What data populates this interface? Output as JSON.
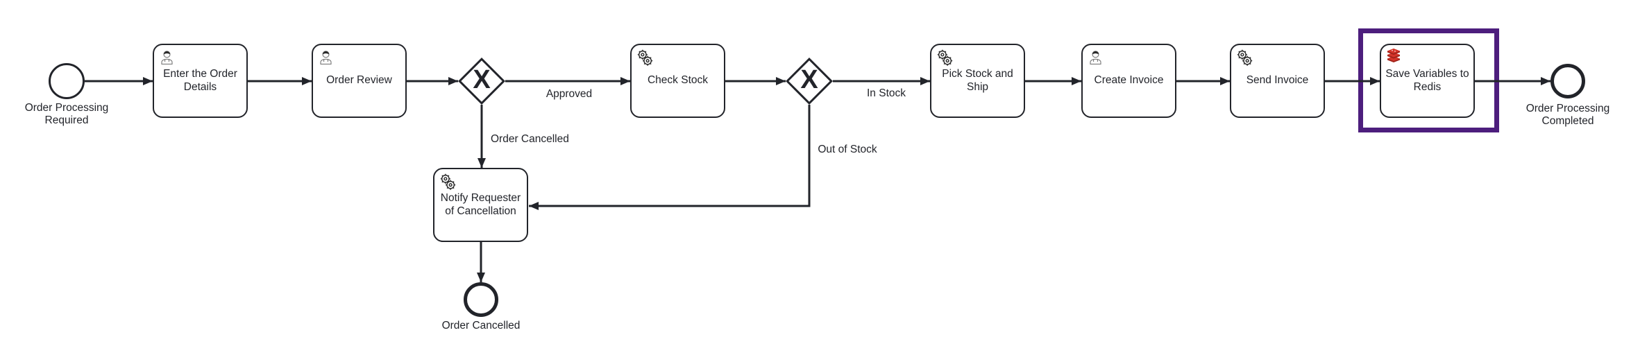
{
  "process": {
    "background_color": "#ffffff",
    "stroke_color": "#22242a",
    "highlight_color": "#4d1e7d",
    "redis_red": "#d5352b",
    "redis_dark_red": "#a02219",
    "start_event": {
      "label": "Order Processing Required"
    },
    "tasks": [
      {
        "label": "Enter the Order Details",
        "type": "user",
        "icon": "user-icon"
      },
      {
        "label": "Order Review",
        "type": "user",
        "icon": "user-icon"
      },
      {
        "label": "Check Stock",
        "type": "service",
        "icon": "gears-icon"
      },
      {
        "label": "Pick Stock and Ship",
        "type": "service",
        "icon": "gears-icon"
      },
      {
        "label": "Create Invoice",
        "type": "user",
        "icon": "user-icon"
      },
      {
        "label": "Send Invoice",
        "type": "service",
        "icon": "gears-icon"
      },
      {
        "label": "Save Variables to Redis",
        "type": "connector",
        "icon": "redis-icon",
        "highlighted": true
      },
      {
        "label": "Notify Requester of Cancellation",
        "type": "service",
        "icon": "gears-icon"
      }
    ],
    "gateways": [
      {
        "symbol": "X",
        "type": "exclusive"
      },
      {
        "symbol": "X",
        "type": "exclusive"
      }
    ],
    "flow_labels": {
      "approved": "Approved",
      "order_cancelled": "Order Cancelled",
      "in_stock": "In Stock",
      "out_of_stock": "Out of Stock"
    },
    "end_events": [
      {
        "label": "Order Processing Completed"
      },
      {
        "label": "Order Cancelled"
      }
    ]
  }
}
